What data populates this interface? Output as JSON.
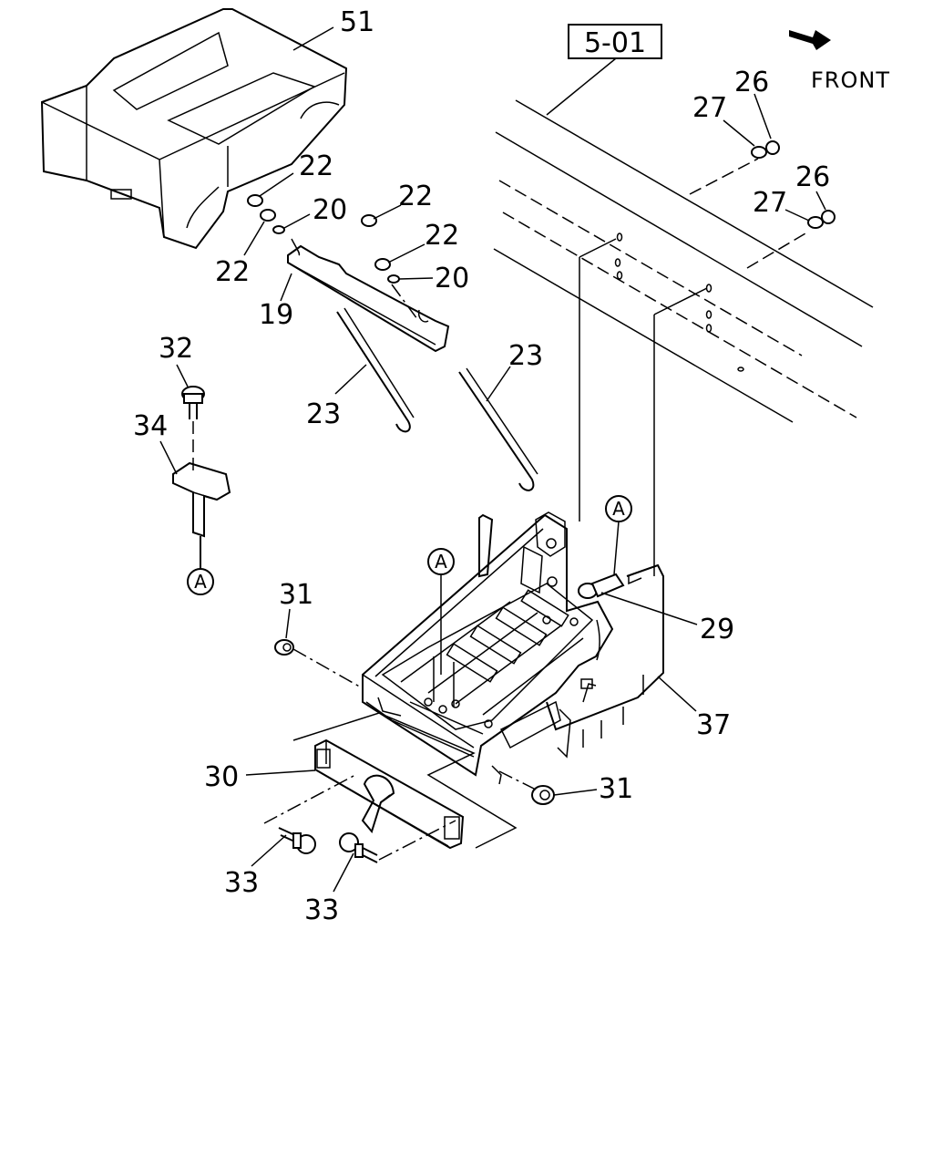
{
  "diagram": {
    "reference_box": "5-01",
    "front_label": "FRONT",
    "callouts": {
      "c51": "51",
      "c22a": "22",
      "c22b": "22",
      "c22c": "22",
      "c22d": "22",
      "c20a": "20",
      "c20b": "20",
      "c19": "19",
      "c23a": "23",
      "c23b": "23",
      "c32": "32",
      "c34": "34",
      "c26a": "26",
      "c26b": "26",
      "c27a": "27",
      "c27b": "27",
      "c31a": "31",
      "c31b": "31",
      "c29": "29",
      "c37": "37",
      "c30": "30",
      "c33a": "33",
      "c33b": "33"
    },
    "markers": {
      "a1": "A",
      "a2": "A",
      "a3": "A"
    }
  }
}
